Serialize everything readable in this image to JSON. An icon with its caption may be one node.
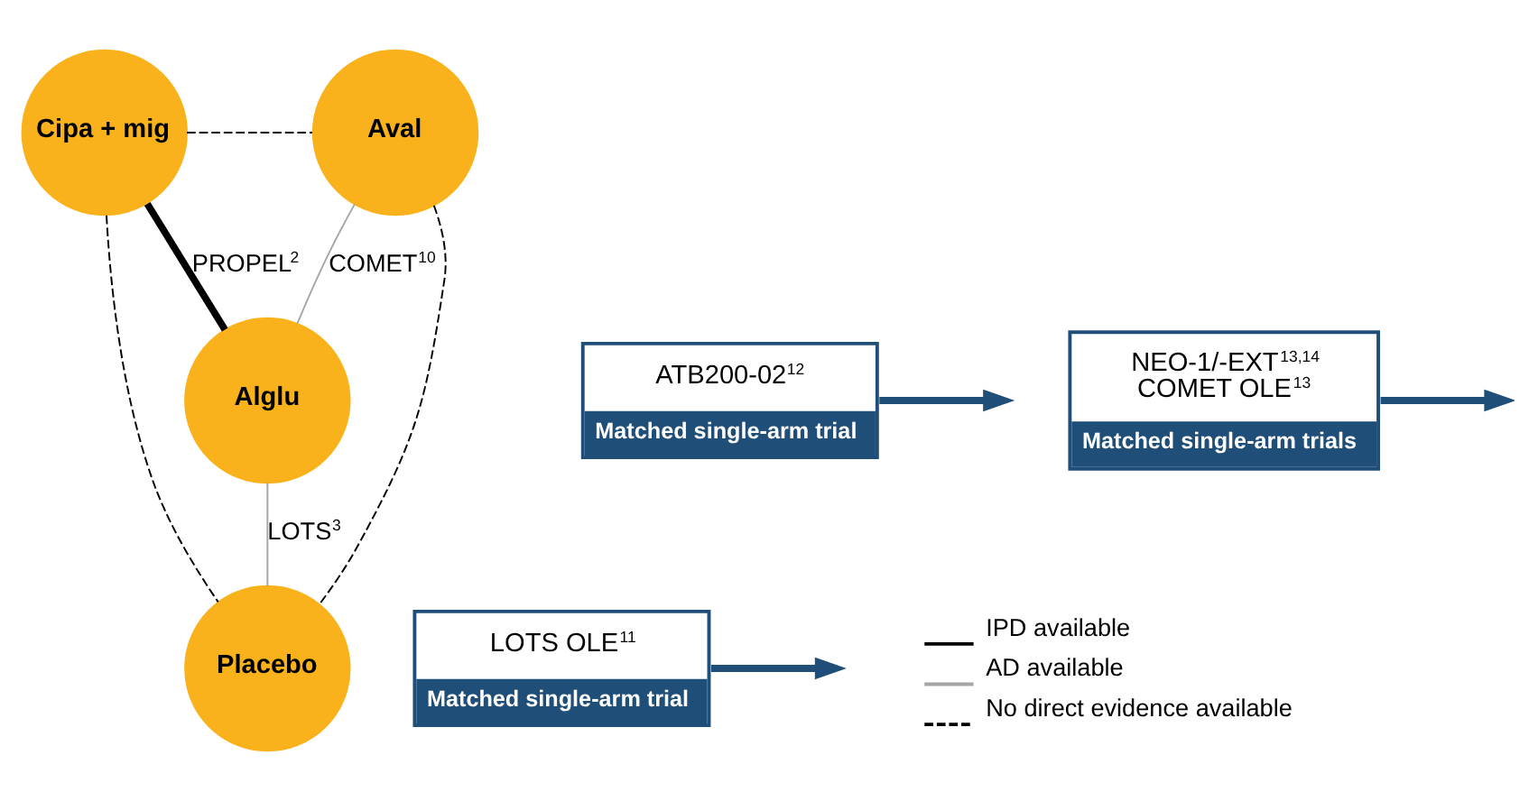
{
  "diagram": {
    "nodes": [
      {
        "text": [
          "Cipa + mig"
        ]
      },
      {
        "text": [
          "Aval"
        ]
      },
      {
        "text": [
          "Alglu"
        ]
      },
      {
        "text": [
          "Placebo"
        ]
      },
      {
        "text": [
          "ATB200-02$^{12}$",
          "Matched single-arm trial"
        ]
      },
      {
        "text": [
          "LOTS OLE$^{11}$",
          "Matched single-arm trial"
        ]
      },
      {
        "text": [
          "NEO-1/-EXT$^{13,14}$ COMET OLE$^{13}$",
          "Matched single-arm trials"
        ]
      }
    ],
    "edges": [
      {
        "from": 0,
        "to": 1,
        "arrow": "none",
        "style": "dashed"
      },
      {
        "from": 0,
        "to": 2,
        "arrow": "none",
        "style": "thick",
        "label": "PROPEL$^{2}$"
      },
      {
        "from": 1,
        "to": 2,
        "arrow": "none",
        "color": "#a6a6a6",
        "label": "COMET$^{10}$"
      },
      {
        "from": 2,
        "to": 3,
        "arrow": "none",
        "color": "#a6a6a6",
        "label": "LOTS$^{3}$"
      },
      {
        "from": 0,
        "to": 3,
        "arrow": "none",
        "style": "dashed"
      },
      {
        "from": 1,
        "to": 3,
        "arrow": "none",
        "style": "dashed"
      },
      {
        "from": 4,
        "to": null,
        "arrow": "to",
        "style": "thick",
        "color": "#1f4e79"
      },
      {
        "from": 5,
        "to": null,
        "arrow": "to",
        "style": "thick",
        "color": "#1f4e79"
      },
      {
        "from": 6,
        "to": null,
        "arrow": "to",
        "style": "thick",
        "color": "#1f4e79"
      }
    ],
    "legend": [
      {
        "text": "IPD available"
      },
      {
        "text": "AD available"
      },
      {
        "text": "No direct evidence available"
      }
    ]
  }
}
